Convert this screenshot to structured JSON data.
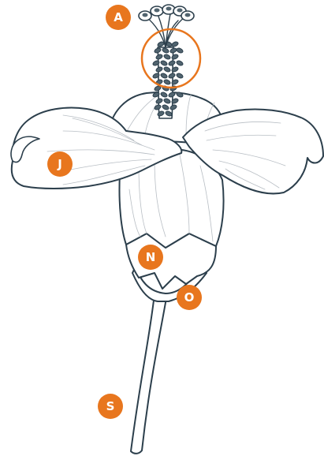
{
  "colors": {
    "line": "#2c3f4c",
    "vein": "#b8bec4",
    "accent": "#e8761e",
    "anther_fill": "#51646f"
  },
  "labels": {
    "stigma": "A",
    "petal": "J",
    "sepal": "N",
    "bract": "O",
    "stem": "S"
  }
}
